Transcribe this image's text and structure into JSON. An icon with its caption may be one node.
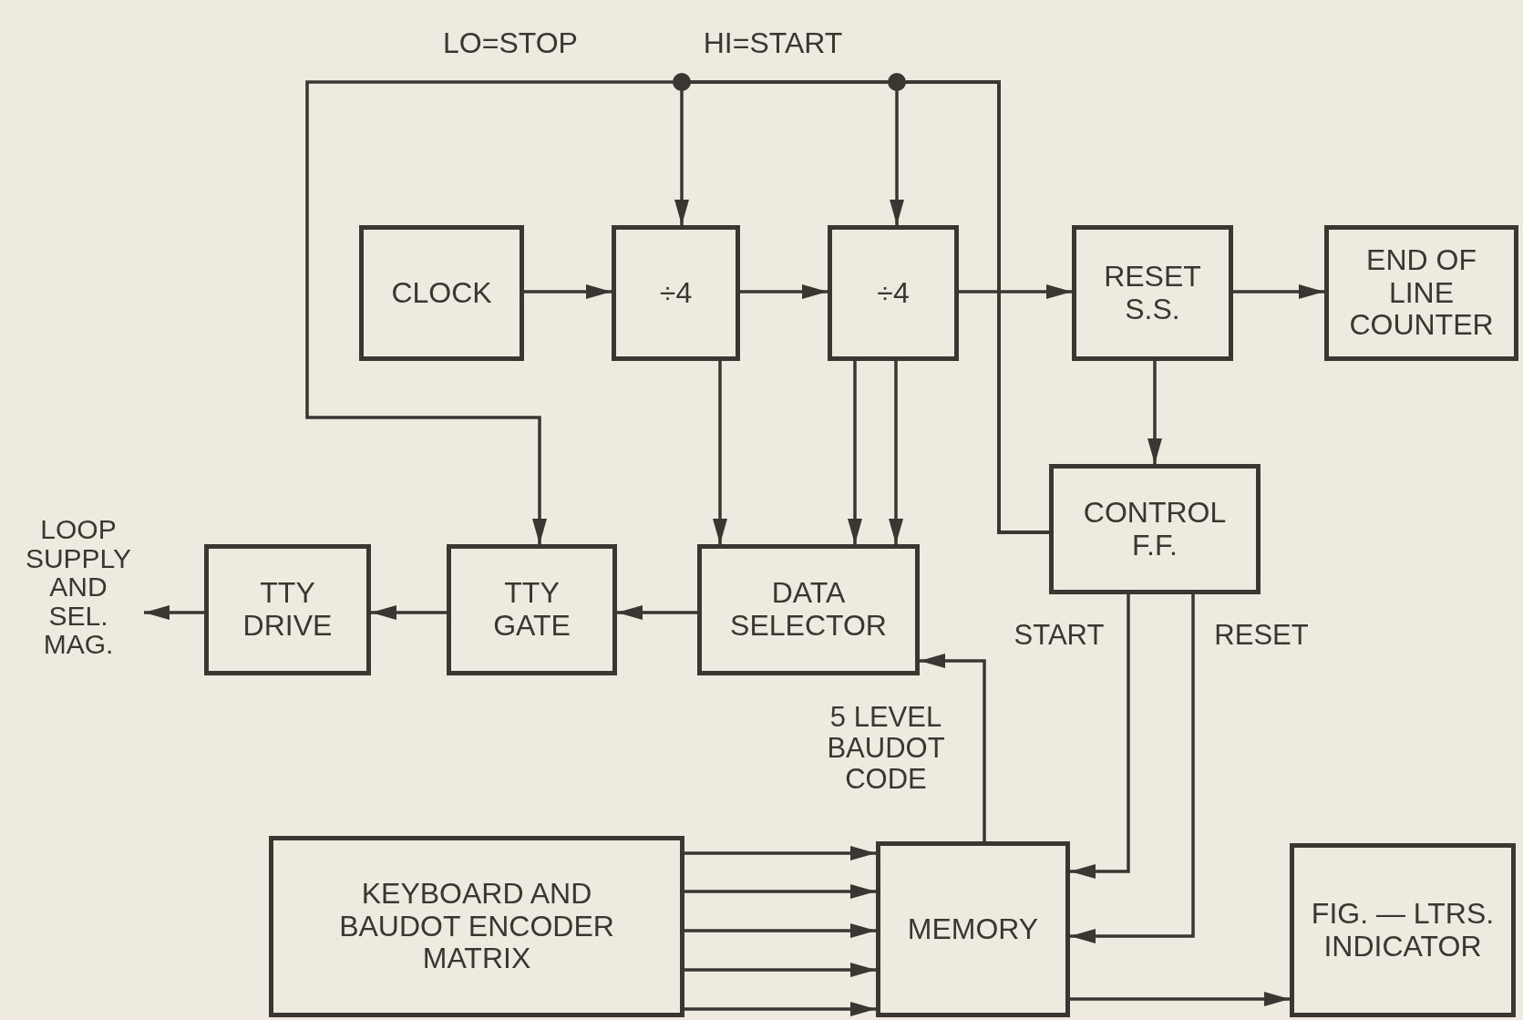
{
  "diagram": {
    "nodes": [
      {
        "text": [
          "CLOCK"
        ]
      },
      {
        "text": [
          "÷4"
        ]
      },
      {
        "text": [
          "÷4"
        ]
      },
      {
        "text": [
          "RESET S.S."
        ]
      },
      {
        "text": [
          "END OF LINE COUNTER"
        ]
      },
      {
        "text": [
          "CONTROL F.F."
        ]
      },
      {
        "text": [
          "LOOP SUPPLY AND SEL. MAG."
        ]
      },
      {
        "text": [
          "TTY DRIVE"
        ]
      },
      {
        "text": [
          "TTY GATE"
        ]
      },
      {
        "text": [
          "DATA SELECTOR"
        ]
      },
      {
        "text": [
          "KEYBOARD AND BAUDOT ENCODER MATRIX"
        ]
      },
      {
        "text": [
          "MEMORY"
        ]
      },
      {
        "text": [
          "FIG. — LTRS. INDICATOR"
        ]
      }
    ],
    "edges": [
      {
        "from": 0,
        "to": 1,
        "arrow": "to"
      },
      {
        "from": 1,
        "to": 2,
        "arrow": "to"
      },
      {
        "from": 2,
        "to": 3,
        "arrow": "to"
      },
      {
        "from": 3,
        "to": 4,
        "arrow": "to"
      },
      {
        "from": 3,
        "to": 5,
        "arrow": "to"
      },
      {
        "from": 5,
        "to": 8,
        "arrow": "to"
      },
      {
        "from": 5,
        "to": 1,
        "arrow": "to"
      },
      {
        "from": 5,
        "to": 2,
        "arrow": "to"
      },
      {
        "from": 1,
        "to": 9,
        "arrow": "to"
      },
      {
        "from": 2,
        "to": 9,
        "arrow": "to"
      },
      {
        "from": 2,
        "to": 9,
        "arrow": "to"
      },
      {
        "from": 9,
        "to": 8,
        "arrow": "to"
      },
      {
        "from": 8,
        "to": 7,
        "arrow": "to"
      },
      {
        "from": 7,
        "to": 6,
        "arrow": "to"
      },
      {
        "from": 11,
        "to": 9,
        "arrow": "to",
        "label": "5 LEVEL BAUDOT CODE"
      },
      {
        "from": 5,
        "to": 11,
        "arrow": "to",
        "label": "START"
      },
      {
        "from": 5,
        "to": 11,
        "arrow": "to",
        "label": "RESET"
      },
      {
        "from": 10,
        "to": 11,
        "arrow": "to"
      },
      {
        "from": 10,
        "to": 11,
        "arrow": "to"
      },
      {
        "from": 10,
        "to": 11,
        "arrow": "to"
      },
      {
        "from": 10,
        "to": 11,
        "arrow": "to"
      },
      {
        "from": 10,
        "to": 11,
        "arrow": "to"
      },
      {
        "from": 11,
        "to": 12,
        "arrow": "to"
      }
    ],
    "labels": [
      "LO=STOP",
      "HI=START"
    ]
  }
}
